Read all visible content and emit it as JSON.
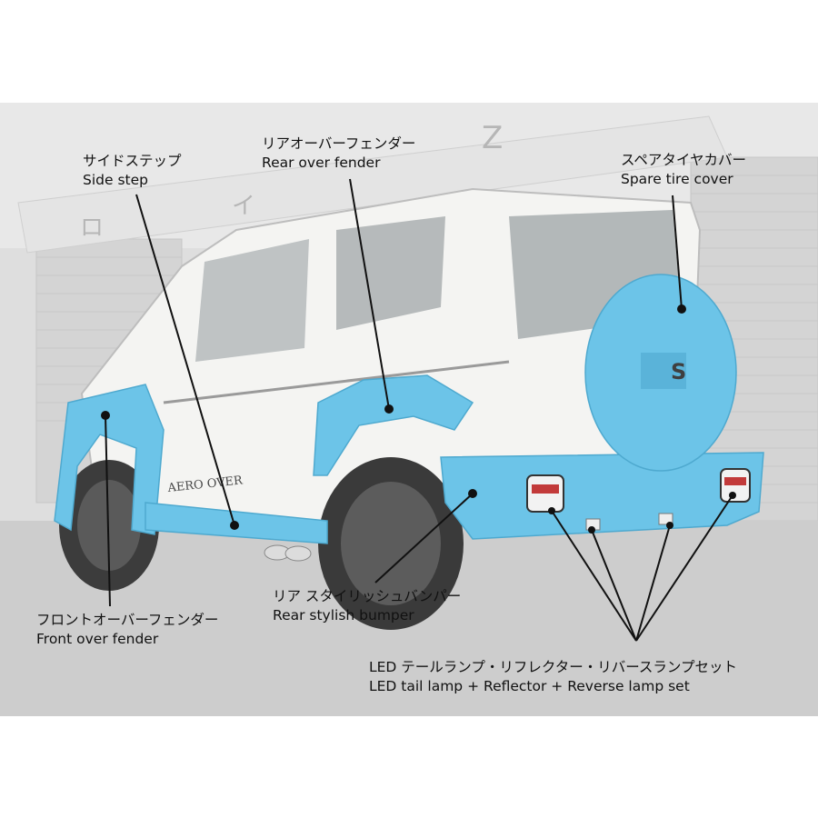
{
  "callouts": {
    "side_step": {
      "ja": "サイドステップ",
      "en": "Side step"
    },
    "rear_over_fender": {
      "ja": "リアオーバーフェンダー",
      "en": "Rear over fender"
    },
    "spare_tire_cover": {
      "ja": "スペアタイヤカバー",
      "en": "Spare tire cover"
    },
    "rear_stylish_bumper": {
      "ja": "リア スタイリッシュバンパー",
      "en": "Rear stylish bumper"
    },
    "front_over_fender": {
      "ja": "フロントオーバーフェンダー",
      "en": "Front over fender"
    },
    "led_lamp_set": {
      "ja": "LED テールランプ・リフレクター・リバースランプセット",
      "en": "LED tail lamp + Reflector + Reverse lamp set"
    }
  },
  "photo": {
    "side_decal": "AERO OVER",
    "banner_letters": [
      "ロ",
      "イ",
      "Z"
    ],
    "badge_symbol": "S"
  },
  "colors": {
    "parts_blue": "#6cc4e8",
    "body_white": "#f4f4f2",
    "background_gray": "#d8d8d8",
    "line": "#111111"
  }
}
